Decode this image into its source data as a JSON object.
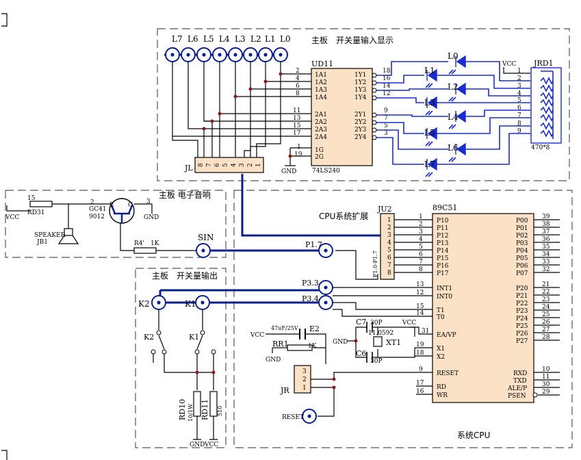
{
  "sections": {
    "input_display": "主板　开关量输入显示",
    "audio": "主板  电子音响",
    "output": "主板　开关量输出",
    "cpu_expand": "CPU系统扩展",
    "cpu": "系统CPU"
  },
  "switches_top": [
    "L7",
    "L6",
    "L5",
    "L4",
    "L3",
    "L2",
    "L1",
    "L0"
  ],
  "ud11": {
    "ref": "UD11",
    "part": "74LS240",
    "left_pins": [
      {
        "name": "1A1",
        "num": "2"
      },
      {
        "name": "1A2",
        "num": "4"
      },
      {
        "name": "1A3",
        "num": "6"
      },
      {
        "name": "1A4",
        "num": "8"
      },
      {
        "name": "2A1",
        "num": "11"
      },
      {
        "name": "2A2",
        "num": "13"
      },
      {
        "name": "2A3",
        "num": "15"
      },
      {
        "name": "2A4",
        "num": "17"
      },
      {
        "name": "1G",
        "num": "1"
      },
      {
        "name": "2G",
        "num": "19"
      }
    ],
    "right_pins": [
      {
        "name": "1Y1",
        "num": "18"
      },
      {
        "name": "1Y2",
        "num": "16"
      },
      {
        "name": "1Y3",
        "num": "14"
      },
      {
        "name": "1Y4",
        "num": "12"
      },
      {
        "name": "2Y1",
        "num": "9"
      },
      {
        "name": "2Y2",
        "num": "7"
      },
      {
        "name": "2Y3",
        "num": "5"
      },
      {
        "name": "2Y4",
        "num": "3"
      }
    ],
    "gnd": "GND"
  },
  "leds": [
    "L0",
    "L1",
    "L2",
    "L3",
    "L4",
    "L5",
    "L6",
    "L7"
  ],
  "jrd1": {
    "ref": "JRD1",
    "value": "470*8",
    "vcc": "VCC",
    "pins": [
      "1",
      "2",
      "3",
      "4",
      "5",
      "6",
      "7",
      "8",
      "9"
    ]
  },
  "jl": {
    "ref": "JL",
    "pins": [
      "8",
      "7",
      "6",
      "5",
      "4",
      "3",
      "2",
      "1"
    ]
  },
  "audio": {
    "vcc": "VCC",
    "r_ref": "RD31",
    "r_pin": "15",
    "q_pin": "2",
    "q_ref": "GC41",
    "q_part": "9012",
    "q_e": "E",
    "q_c": "C",
    "q_pin3": "3",
    "gnd": "GND",
    "spk": "SPEAKER",
    "spk_ref": "JB1",
    "r4_ref": "R4'",
    "r4_val": "1K",
    "sin": "SIN"
  },
  "ju2": {
    "ref": "JU2",
    "label": "P1.0-P1.7",
    "pins": [
      "1",
      "2",
      "3",
      "4",
      "5",
      "6",
      "7",
      "8"
    ]
  },
  "signals": {
    "p17": "P1.7",
    "p33": "P3.3",
    "p34": "P3.4"
  },
  "outputs": {
    "k2": "K2",
    "k1": "K1",
    "rd10_ref": "RD10",
    "rd10_val": "10/1W",
    "rd11_ref": "RD11",
    "rd11_val": "510",
    "gnd": "GND",
    "vcc": "VCC"
  },
  "osc": {
    "vcc": "VCC",
    "cap_e2_val": "47uF/25V",
    "cap_e2": "E2",
    "rr1": "RR1",
    "rr1_val": "1K",
    "gnd": "GND",
    "gnd2": "GND",
    "c7": "C7",
    "c6": "C6",
    "c_val": "30P",
    "xtal": "XT1",
    "xtal_val": "11.0592",
    "jr": "JR",
    "jr_pins": [
      "3",
      "2",
      "1"
    ],
    "reset": "RESET",
    "vcc2": "VCC"
  },
  "mcu": {
    "part": "89C51",
    "left_pins": [
      {
        "name": "P10",
        "num": "1"
      },
      {
        "name": "P11",
        "num": "2"
      },
      {
        "name": "P12",
        "num": "3"
      },
      {
        "name": "P13",
        "num": "4"
      },
      {
        "name": "P14",
        "num": "5"
      },
      {
        "name": "P15",
        "num": "6"
      },
      {
        "name": "P16",
        "num": "7"
      },
      {
        "name": "P17",
        "num": "8"
      },
      {
        "name": "INT1",
        "num": "13"
      },
      {
        "name": "INT0",
        "num": "12"
      },
      {
        "name": "T1",
        "num": "15"
      },
      {
        "name": "T0",
        "num": "14"
      },
      {
        "name": "EA/VP",
        "num": "31"
      },
      {
        "name": "X1",
        "num": "19"
      },
      {
        "name": "X2",
        "num": "18"
      },
      {
        "name": "RESET",
        "num": "9"
      },
      {
        "name": "RD",
        "num": "17"
      },
      {
        "name": "WR",
        "num": "16"
      }
    ],
    "right_pins": [
      {
        "name": "P00",
        "num": "39"
      },
      {
        "name": "P01",
        "num": "38"
      },
      {
        "name": "P02",
        "num": "37"
      },
      {
        "name": "P03",
        "num": "36"
      },
      {
        "name": "P04",
        "num": "35"
      },
      {
        "name": "P05",
        "num": "34"
      },
      {
        "name": "P06",
        "num": "33"
      },
      {
        "name": "P07",
        "num": "32"
      },
      {
        "name": "P20",
        "num": "21"
      },
      {
        "name": "P21",
        "num": "22"
      },
      {
        "name": "P22",
        "num": "23"
      },
      {
        "name": "P23",
        "num": "24"
      },
      {
        "name": "P24",
        "num": "25"
      },
      {
        "name": "P25",
        "num": "26"
      },
      {
        "name": "P26",
        "num": "27"
      },
      {
        "name": "P27",
        "num": "28"
      },
      {
        "name": "RXD",
        "num": "10"
      },
      {
        "name": "TXD",
        "num": "11"
      },
      {
        "name": "ALE/P",
        "num": "30"
      },
      {
        "name": "PSEN",
        "num": "29"
      }
    ]
  }
}
